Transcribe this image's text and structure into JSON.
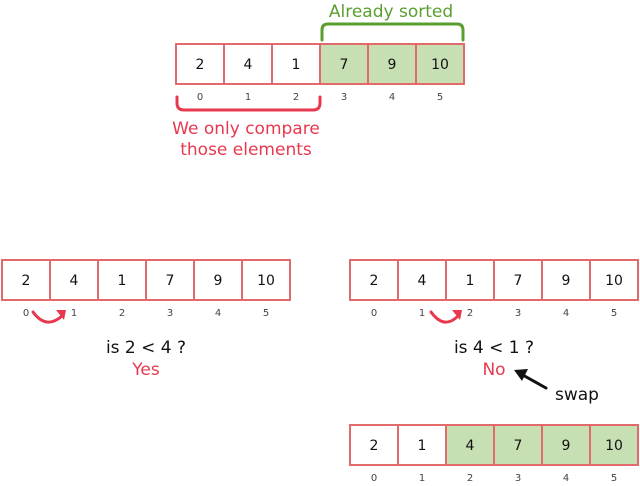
{
  "colors": {
    "frame": "#e36a6a",
    "cell_empty": "#ffffff",
    "cell_sorted": "#c6e0b4",
    "accent_red": "#e8384f",
    "accent_green": "#5a9e2f",
    "text": "#111111",
    "index_text": "#444444"
  },
  "top_diagram": {
    "values": [
      "2",
      "4",
      "1",
      "7",
      "9",
      "10"
    ],
    "indices": [
      "0",
      "1",
      "2",
      "3",
      "4",
      "5"
    ],
    "sorted_from": 3,
    "sorted_label": "Already sorted",
    "compare_note_line1": "We only compare",
    "compare_note_line2": "those elements"
  },
  "step_left": {
    "values": [
      "2",
      "4",
      "1",
      "7",
      "9",
      "10"
    ],
    "indices": [
      "0",
      "1",
      "2",
      "3",
      "4",
      "5"
    ],
    "sorted_from": 6,
    "arrow_from": 0,
    "arrow_to": 1,
    "question": "is 2 < 4 ?",
    "answer": "Yes"
  },
  "step_right": {
    "values": [
      "2",
      "4",
      "1",
      "7",
      "9",
      "10"
    ],
    "indices": [
      "0",
      "1",
      "2",
      "3",
      "4",
      "5"
    ],
    "sorted_from": 6,
    "arrow_from": 1,
    "arrow_to": 2,
    "question": "is 4 < 1 ?",
    "answer": "No",
    "swap_label": "swap"
  },
  "result": {
    "values": [
      "2",
      "1",
      "4",
      "7",
      "9",
      "10"
    ],
    "indices": [
      "0",
      "1",
      "2",
      "3",
      "4",
      "5"
    ],
    "sorted_from": 2
  }
}
